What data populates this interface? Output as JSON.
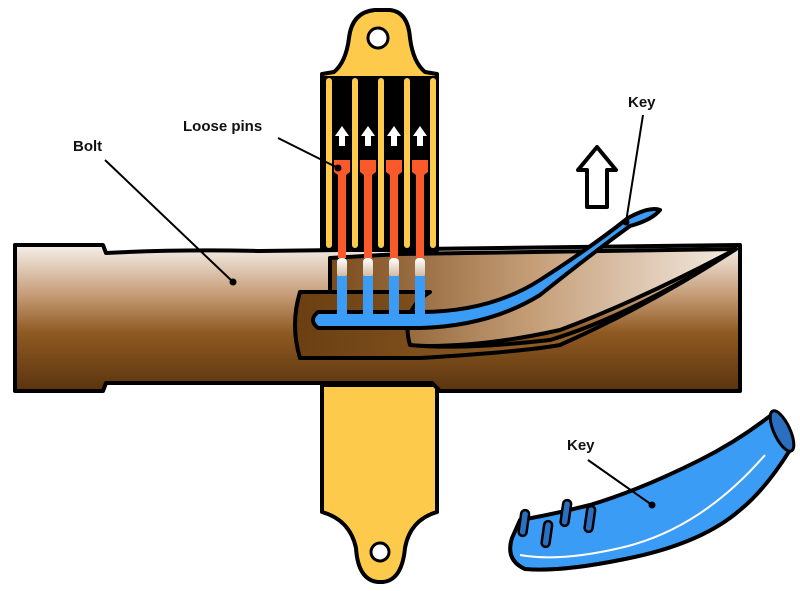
{
  "title": "Lock bolt with loose pins lifted by key",
  "labels": {
    "bolt": "Bolt",
    "loose_pins": "Loose pins",
    "key_inserted": "Key",
    "key_separate": "Key"
  },
  "colors": {
    "housing": "#fdca4b",
    "pin": "#fa5a2a",
    "key": "#3b9cf5",
    "key_dark": "#2a6fc0",
    "bolt_light": "#f4ece4",
    "bolt_mid": "#8f5a22",
    "bolt_dark": "#5c3610",
    "outline": "#000000",
    "arrow": "#ffffff"
  },
  "pins": {
    "count": 4
  },
  "key_pins": {
    "count": 4
  }
}
